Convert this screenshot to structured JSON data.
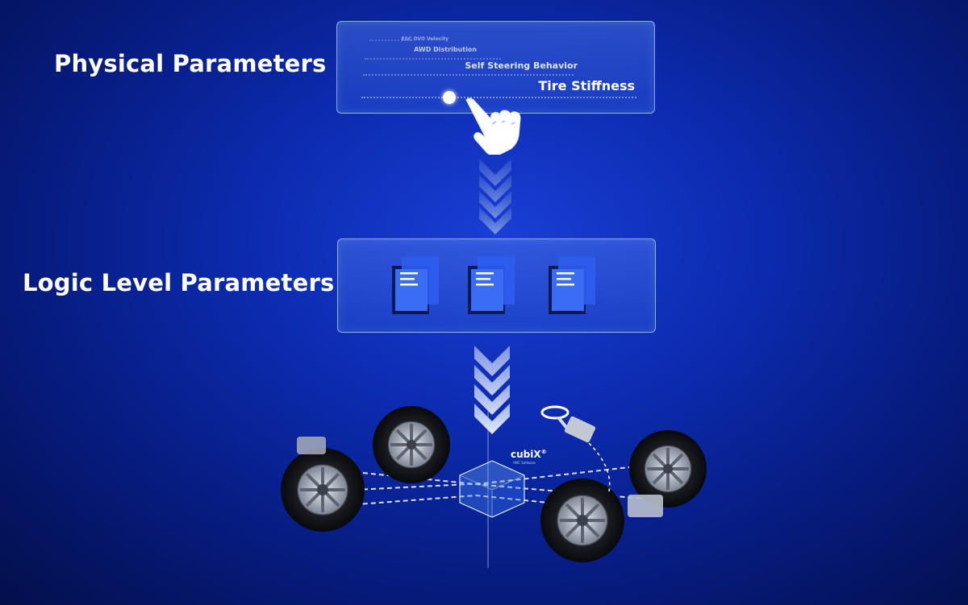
{
  "labels": {
    "physical": "Physical Parameters",
    "logic": "Logic Level Parameters"
  },
  "physical_panel": {
    "rows": [
      "ESC OVO Velocity",
      "AWD Distribution",
      "Self Steering Behavior",
      "Tire Stiffness"
    ],
    "selected": "Tire Stiffness"
  },
  "logic_panel": {
    "documents": 3
  },
  "vehicle": {
    "brand": "cubiX",
    "brand_mark": "®",
    "sub": "VMC Software"
  },
  "colors": {
    "background": "#0c2bb0",
    "panel_border": "#b4cdff",
    "doc": "#2d5df0",
    "doc_dark": "#0a1a55"
  },
  "icons": [
    "hand-pointer-icon",
    "chevron-down-icon",
    "document-icon",
    "wheel-icon",
    "steering-wheel-icon",
    "cube-icon"
  ]
}
